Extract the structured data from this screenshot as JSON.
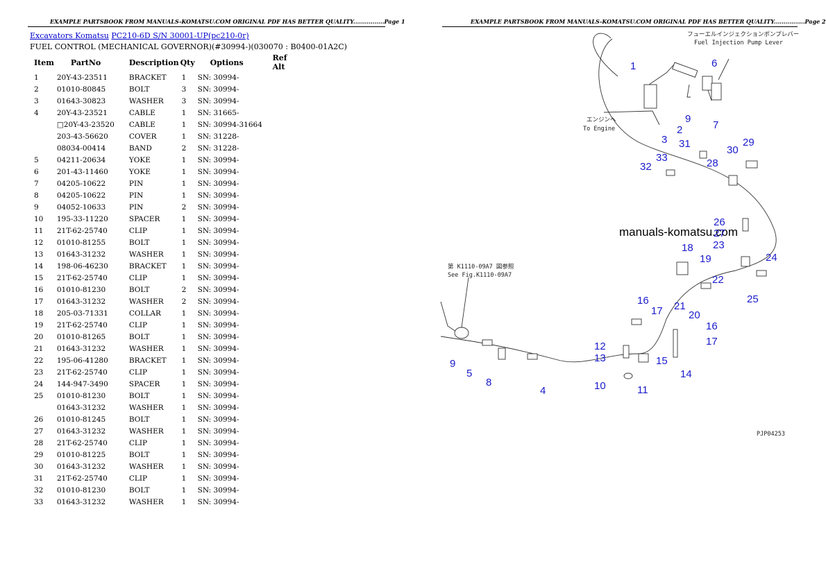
{
  "header": {
    "left": "EXAMPLE PARTSBOOK FROM MANUALS-KOMATSU.COM ORIGINAL PDF HAS BETTER QUALITY................Page 1",
    "right": "EXAMPLE PARTSBOOK FROM MANUALS-KOMATSU.COM ORIGINAL PDF HAS BETTER QUALITY................Page 2"
  },
  "breadcrumb": {
    "link1": "Excavators Komatsu",
    "link2": "PC210-6D S/N 30001-UP(pc210-0r)"
  },
  "subtitle": "FUEL CONTROL (MECHANICAL GOVERNOR)(#30994-)(030070 : B0400-01A2C)",
  "table": {
    "headers": [
      "Item",
      "PartNo",
      "Description",
      "Qty",
      "Options",
      "Ref Alt"
    ],
    "rows": [
      {
        "item": "1",
        "part": "20Y-43-23511",
        "desc": "BRACKET",
        "qty": "1",
        "opt": "SN: 30994-"
      },
      {
        "item": "2",
        "part": "01010-80845",
        "desc": "BOLT",
        "qty": "3",
        "opt": "SN: 30994-"
      },
      {
        "item": "3",
        "part": "01643-30823",
        "desc": "WASHER",
        "qty": "3",
        "opt": "SN: 30994-"
      },
      {
        "item": "4",
        "part": "20Y-43-23521",
        "desc": "CABLE",
        "qty": "1",
        "opt": "SN: 31665-"
      },
      {
        "item": "",
        "part": "□20Y-43-23520",
        "desc": "CABLE",
        "qty": "1",
        "opt": "SN: 30994-31664"
      },
      {
        "item": "",
        "part": "203-43-56620",
        "desc": "COVER",
        "qty": "1",
        "opt": "SN: 31228-"
      },
      {
        "item": "",
        "part": "08034-00414",
        "desc": "BAND",
        "qty": "2",
        "opt": "SN: 31228-"
      },
      {
        "item": "5",
        "part": "04211-20634",
        "desc": "YOKE",
        "qty": "1",
        "opt": "SN: 30994-"
      },
      {
        "item": "6",
        "part": "201-43-11460",
        "desc": "YOKE",
        "qty": "1",
        "opt": "SN: 30994-"
      },
      {
        "item": "7",
        "part": "04205-10622",
        "desc": "PIN",
        "qty": "1",
        "opt": "SN: 30994-"
      },
      {
        "item": "8",
        "part": "04205-10622",
        "desc": "PIN",
        "qty": "1",
        "opt": "SN: 30994-"
      },
      {
        "item": "9",
        "part": "04052-10633",
        "desc": "PIN",
        "qty": "2",
        "opt": "SN: 30994-"
      },
      {
        "item": "10",
        "part": "195-33-11220",
        "desc": "SPACER",
        "qty": "1",
        "opt": "SN: 30994-"
      },
      {
        "item": "11",
        "part": "21T-62-25740",
        "desc": "CLIP",
        "qty": "1",
        "opt": "SN: 30994-"
      },
      {
        "item": "12",
        "part": "01010-81255",
        "desc": "BOLT",
        "qty": "1",
        "opt": "SN: 30994-"
      },
      {
        "item": "13",
        "part": "01643-31232",
        "desc": "WASHER",
        "qty": "1",
        "opt": "SN: 30994-"
      },
      {
        "item": "14",
        "part": "198-06-46230",
        "desc": "BRACKET",
        "qty": "1",
        "opt": "SN: 30994-"
      },
      {
        "item": "15",
        "part": "21T-62-25740",
        "desc": "CLIP",
        "qty": "1",
        "opt": "SN: 30994-"
      },
      {
        "item": "16",
        "part": "01010-81230",
        "desc": "BOLT",
        "qty": "2",
        "opt": "SN: 30994-"
      },
      {
        "item": "17",
        "part": "01643-31232",
        "desc": "WASHER",
        "qty": "2",
        "opt": "SN: 30994-"
      },
      {
        "item": "18",
        "part": "205-03-71331",
        "desc": "COLLAR",
        "qty": "1",
        "opt": "SN: 30994-"
      },
      {
        "item": "19",
        "part": "21T-62-25740",
        "desc": "CLIP",
        "qty": "1",
        "opt": "SN: 30994-"
      },
      {
        "item": "20",
        "part": "01010-81265",
        "desc": "BOLT",
        "qty": "1",
        "opt": "SN: 30994-"
      },
      {
        "item": "21",
        "part": "01643-31232",
        "desc": "WASHER",
        "qty": "1",
        "opt": "SN: 30994-"
      },
      {
        "item": "22",
        "part": "195-06-41280",
        "desc": "BRACKET",
        "qty": "1",
        "opt": "SN: 30994-"
      },
      {
        "item": "23",
        "part": "21T-62-25740",
        "desc": "CLIP",
        "qty": "1",
        "opt": "SN: 30994-"
      },
      {
        "item": "24",
        "part": "144-947-3490",
        "desc": "SPACER",
        "qty": "1",
        "opt": "SN: 30994-"
      },
      {
        "item": "25",
        "part": "01010-81230",
        "desc": "BOLT",
        "qty": "1",
        "opt": "SN: 30994-"
      },
      {
        "item": "",
        "part": "01643-31232",
        "desc": "WASHER",
        "qty": "1",
        "opt": "SN: 30994-"
      },
      {
        "item": "26",
        "part": "01010-81245",
        "desc": "BOLT",
        "qty": "1",
        "opt": "SN: 30994-"
      },
      {
        "item": "27",
        "part": "01643-31232",
        "desc": "WASHER",
        "qty": "1",
        "opt": "SN: 30994-"
      },
      {
        "item": "28",
        "part": "21T-62-25740",
        "desc": "CLIP",
        "qty": "1",
        "opt": "SN: 30994-"
      },
      {
        "item": "29",
        "part": "01010-81225",
        "desc": "BOLT",
        "qty": "1",
        "opt": "SN: 30994-"
      },
      {
        "item": "30",
        "part": "01643-31232",
        "desc": "WASHER",
        "qty": "1",
        "opt": "SN: 30994-"
      },
      {
        "item": "31",
        "part": "21T-62-25740",
        "desc": "CLIP",
        "qty": "1",
        "opt": "SN: 30994-"
      },
      {
        "item": "32",
        "part": "01010-81230",
        "desc": "BOLT",
        "qty": "1",
        "opt": "SN: 30994-"
      },
      {
        "item": "33",
        "part": "01643-31232",
        "desc": "WASHER",
        "qty": "1",
        "opt": "SN: 30994-"
      }
    ]
  },
  "diagram": {
    "labels": {
      "fuel_pump_jp": "フューエルインジェクションポンプレバー",
      "fuel_pump_en": "Fuel Injection Pump Lever",
      "engine_jp": "エンジンへ",
      "engine_en": "To Engine",
      "see_fig_jp": "第 K1110-09A7 図参照",
      "see_fig_en": "See Fig.K1110-09A7",
      "watermark": "manuals-komatsu.com",
      "drawing_no": "PJP04253"
    },
    "callouts": [
      "1",
      "2",
      "3",
      "4",
      "5",
      "6",
      "7",
      "8",
      "9",
      "10",
      "11",
      "12",
      "13",
      "14",
      "15",
      "16",
      "17",
      "18",
      "19",
      "20",
      "21",
      "22",
      "23",
      "24",
      "25",
      "26",
      "27",
      "28",
      "29",
      "30",
      "31",
      "32",
      "33",
      "16",
      "17"
    ]
  }
}
